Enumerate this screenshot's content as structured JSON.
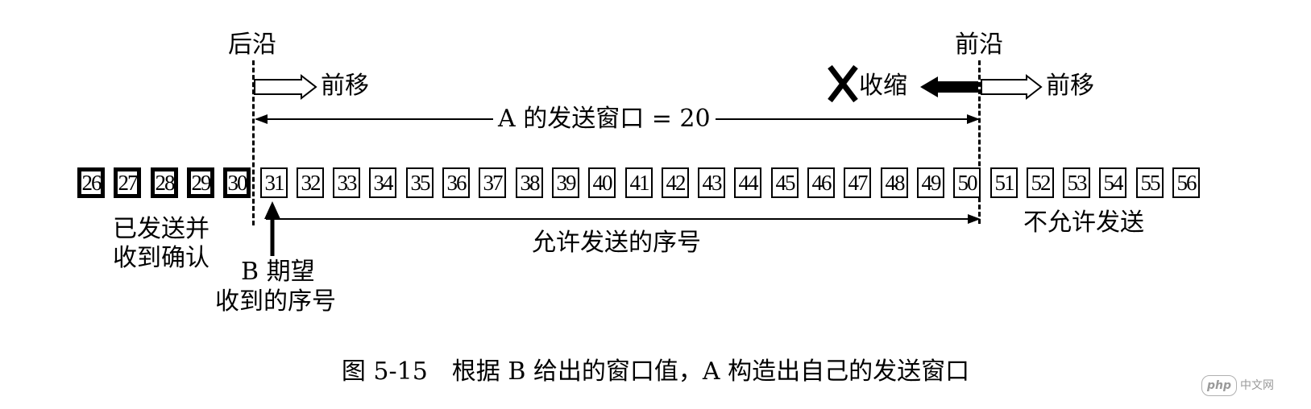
{
  "labels": {
    "rear_edge": "后沿",
    "front_edge": "前沿",
    "forward_left": "前移",
    "forward_right": "前移",
    "shrink": "收缩",
    "window": "A 的发送窗口 = 20",
    "allowed": "允许发送的序号",
    "not_allowed": "不允许发送",
    "acked_line1": "已发送并",
    "acked_line2": "收到确认",
    "expected_line1": "B 期望",
    "expected_line2": "收到的序号",
    "shrink_mark": "X"
  },
  "sequence": [
    {
      "n": "26",
      "state": "acked"
    },
    {
      "n": "27",
      "state": "acked"
    },
    {
      "n": "28",
      "state": "acked"
    },
    {
      "n": "29",
      "state": "acked"
    },
    {
      "n": "30",
      "state": "acked"
    },
    {
      "n": "31",
      "state": "window"
    },
    {
      "n": "32",
      "state": "window"
    },
    {
      "n": "33",
      "state": "window"
    },
    {
      "n": "34",
      "state": "window"
    },
    {
      "n": "35",
      "state": "window"
    },
    {
      "n": "36",
      "state": "window"
    },
    {
      "n": "37",
      "state": "window"
    },
    {
      "n": "38",
      "state": "window"
    },
    {
      "n": "39",
      "state": "window"
    },
    {
      "n": "40",
      "state": "window"
    },
    {
      "n": "41",
      "state": "window"
    },
    {
      "n": "42",
      "state": "window"
    },
    {
      "n": "43",
      "state": "window"
    },
    {
      "n": "44",
      "state": "window"
    },
    {
      "n": "45",
      "state": "window"
    },
    {
      "n": "46",
      "state": "window"
    },
    {
      "n": "47",
      "state": "window"
    },
    {
      "n": "48",
      "state": "window"
    },
    {
      "n": "49",
      "state": "window"
    },
    {
      "n": "50",
      "state": "window"
    },
    {
      "n": "51",
      "state": "outside"
    },
    {
      "n": "52",
      "state": "outside"
    },
    {
      "n": "53",
      "state": "outside"
    },
    {
      "n": "54",
      "state": "outside"
    },
    {
      "n": "55",
      "state": "outside"
    },
    {
      "n": "56",
      "state": "outside"
    }
  ],
  "caption": "图 5-15　根据 B 给出的窗口值，A 构造出自己的发送窗口",
  "watermark": {
    "logo": "php",
    "text": "中文网"
  }
}
